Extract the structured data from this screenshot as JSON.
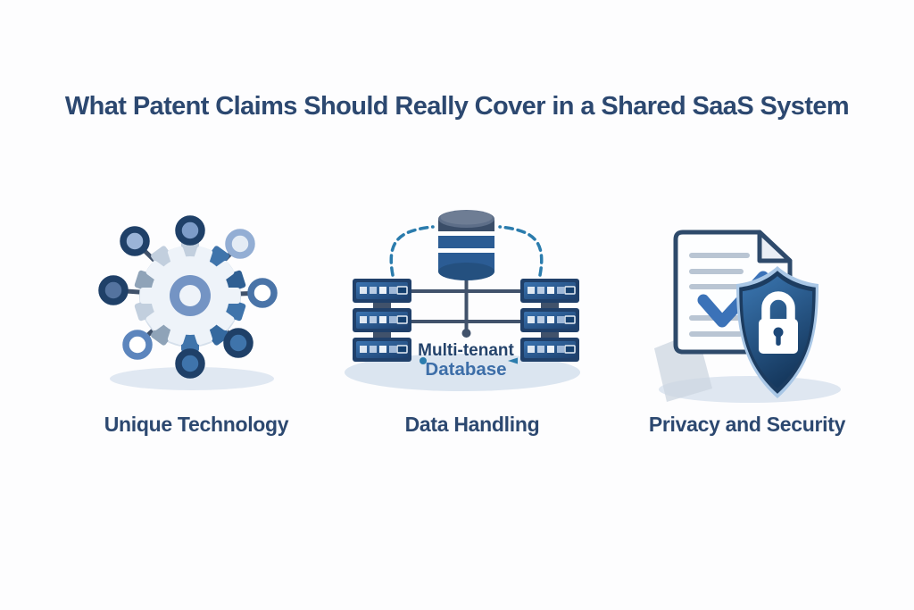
{
  "title": "What Patent Claims Should Really Cover in a Shared SaaS System",
  "items": [
    {
      "id": "unique-technology",
      "label": "Unique Technology",
      "icon": "gear-network-icon"
    },
    {
      "id": "data-handling",
      "label": "Data Handling",
      "icon": "multi-tenant-database-icon",
      "caption": {
        "line1": "Multi-tenant",
        "line2": "Database"
      }
    },
    {
      "id": "privacy-and-security",
      "label": "Privacy and Security",
      "icon": "document-shield-icon"
    }
  ],
  "colors": {
    "background": "#fdfdfe",
    "title_text": "#2c4870",
    "label_text": "#2c4870",
    "navy": "#1f4068",
    "medium_blue": "#3f74ab",
    "light_blue": "#9ab4d8",
    "dashed_connector": "#2b7cad",
    "caption_primary": "#24436b",
    "caption_secondary": "#3d6ea8",
    "shadow": "#dde6f1"
  }
}
